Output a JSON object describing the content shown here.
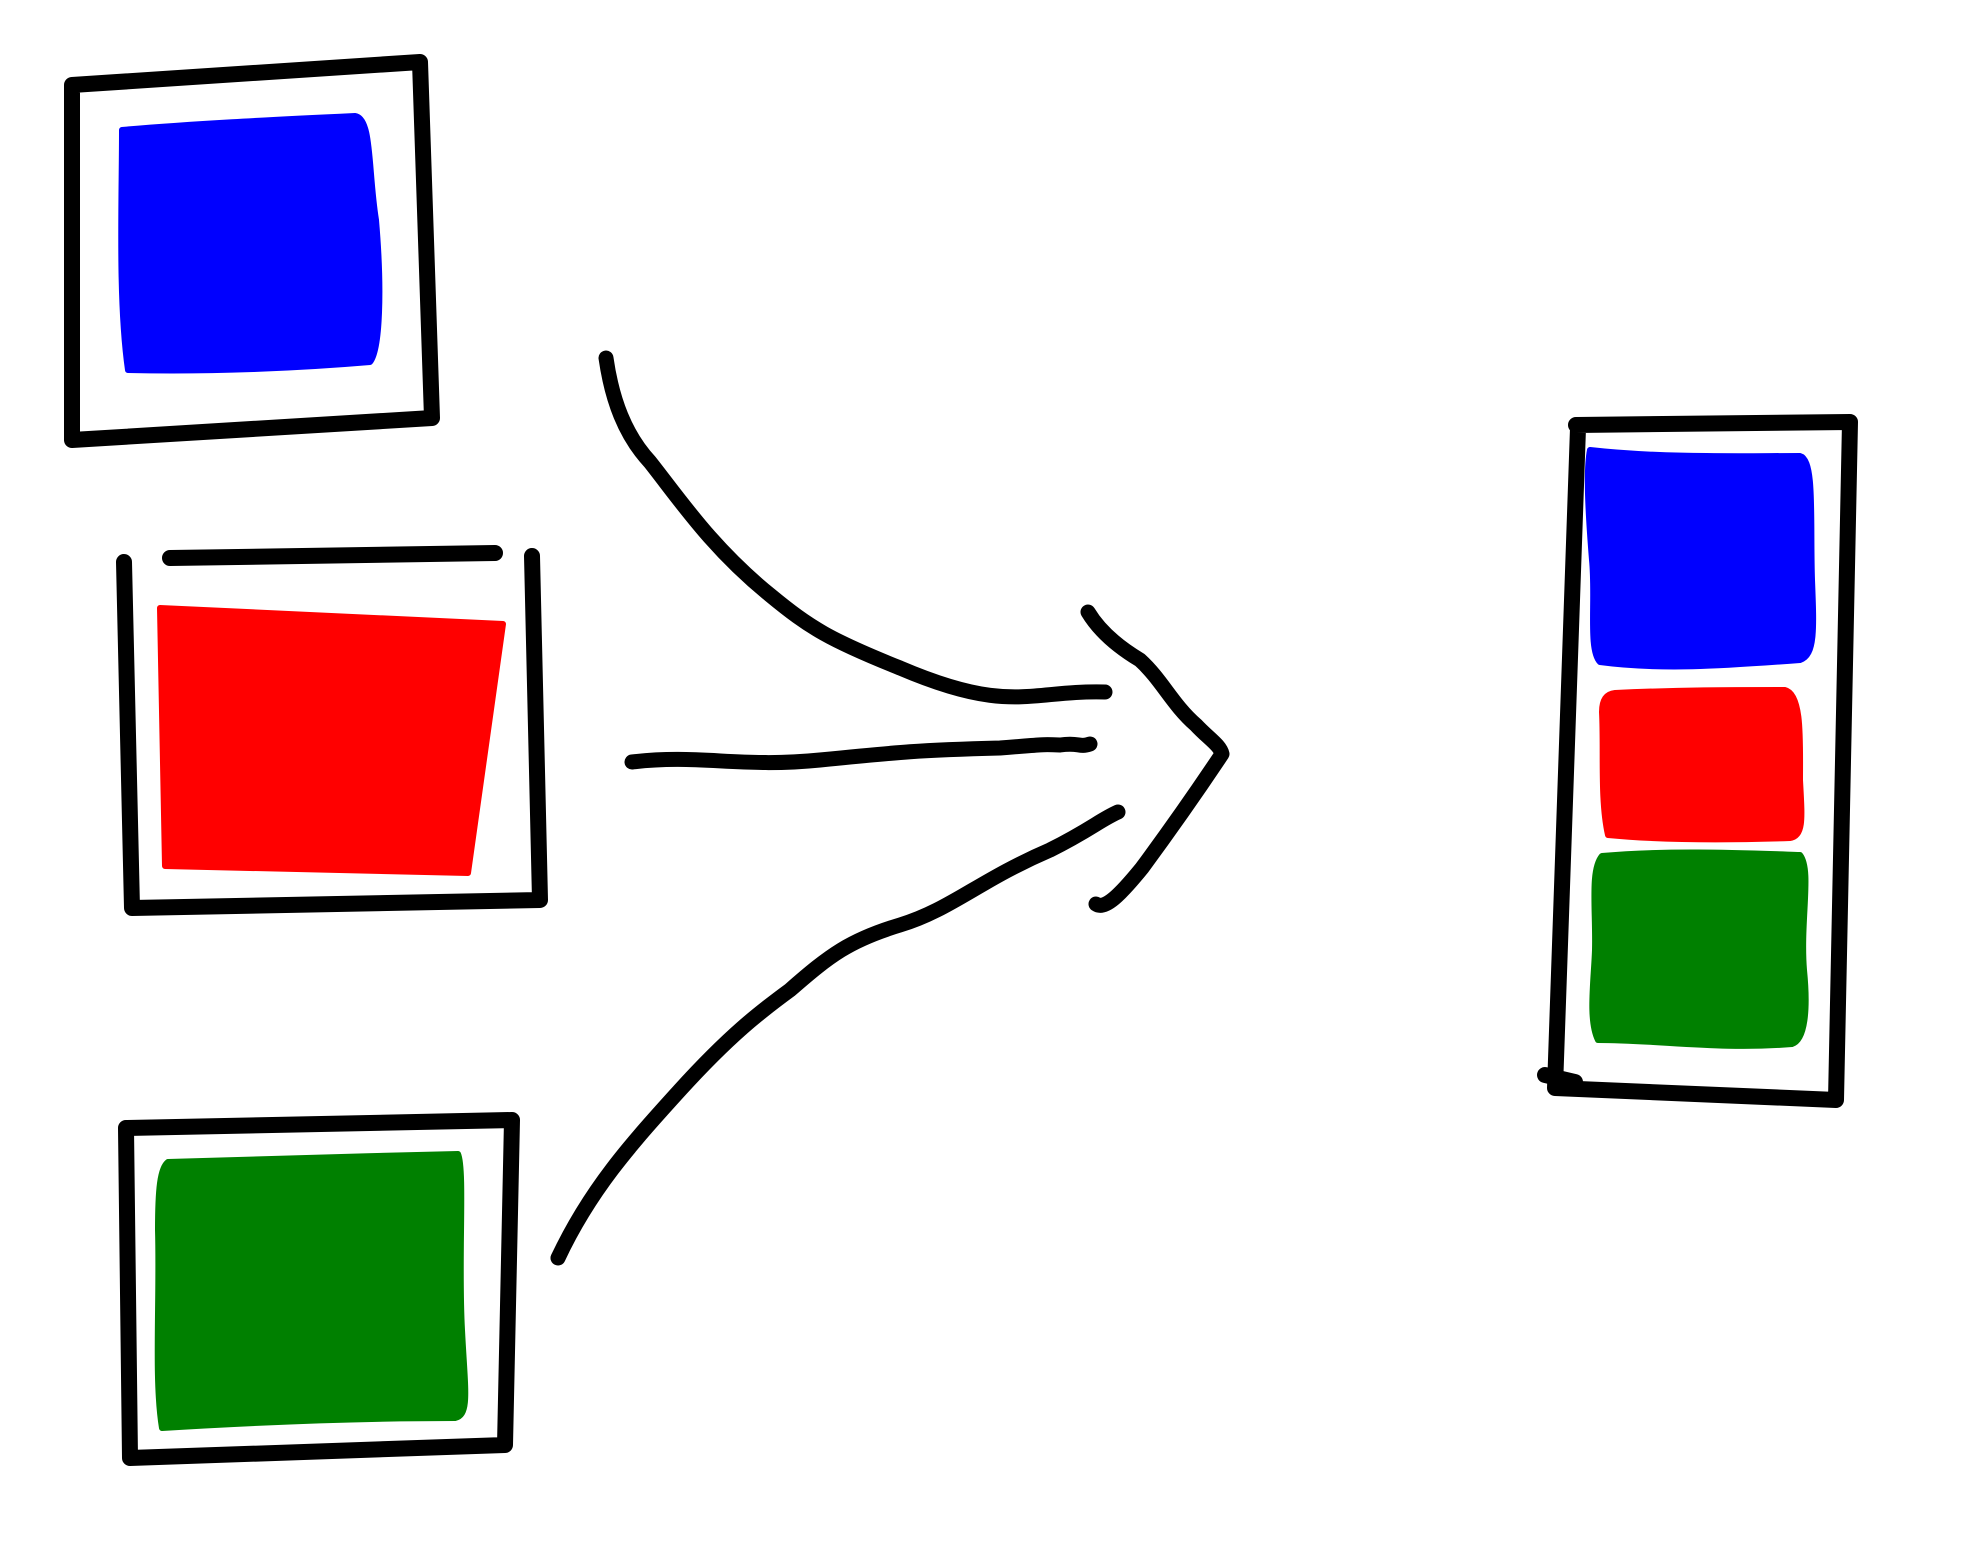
{
  "diagram": {
    "kind": "merge-into-stack",
    "source_blocks": [
      {
        "id": "source-blue",
        "color": "#0000ff"
      },
      {
        "id": "source-red",
        "color": "#ff0000"
      },
      {
        "id": "source-green",
        "color": "#008000"
      }
    ],
    "target_stack": [
      {
        "id": "stack-blue",
        "color": "#0000ff"
      },
      {
        "id": "stack-red",
        "color": "#ff0000"
      },
      {
        "id": "stack-green",
        "color": "#008000"
      }
    ],
    "connector": {
      "style": "hand-drawn",
      "line_color": "#000000",
      "arrowhead": "chevron"
    },
    "background": "#ffffff"
  }
}
